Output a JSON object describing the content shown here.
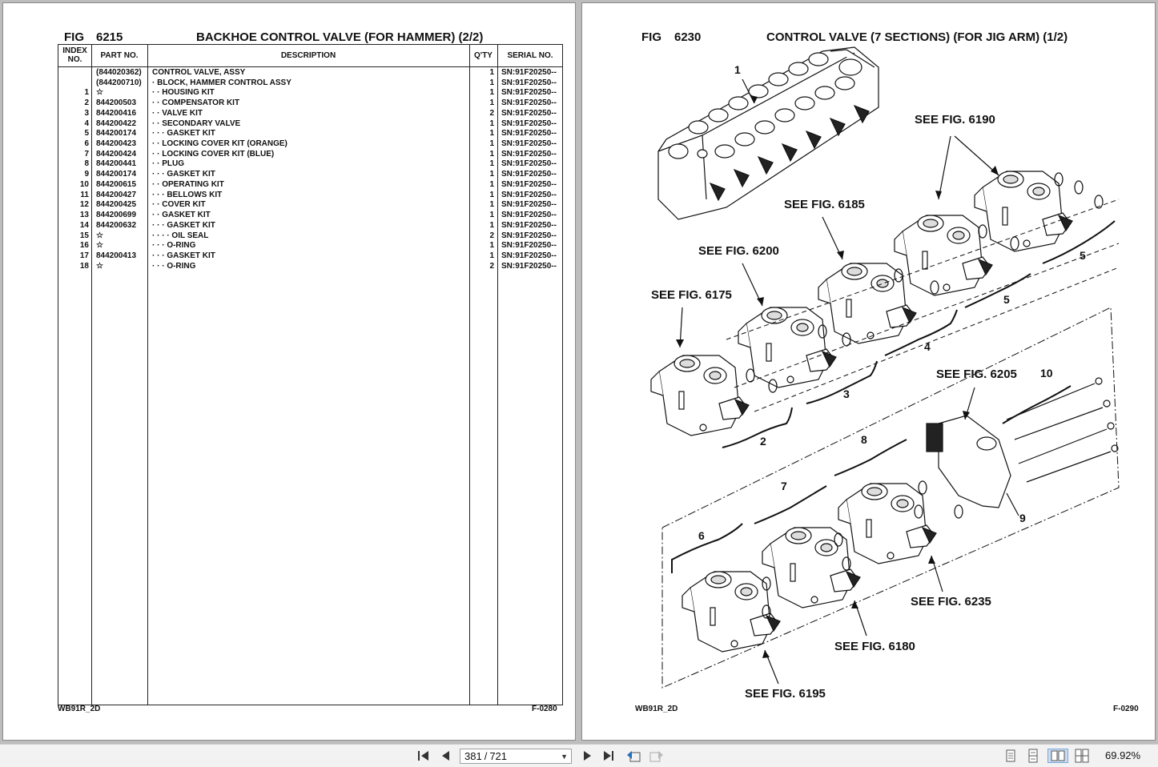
{
  "left_page": {
    "fig_label": "FIG",
    "fig_number": "6215",
    "title": "BACKHOE CONTROL VALVE (FOR HAMMER) (2/2)",
    "columns": {
      "index_line1": "INDEX",
      "index_line2": "NO.",
      "part": "PART NO.",
      "desc": "DESCRIPTION",
      "qty": "Q'TY",
      "serial": "SERIAL NO."
    },
    "rows": [
      {
        "idx": "",
        "part": "(844020362)",
        "desc": "CONTROL VALVE, ASSY",
        "qty": "1",
        "serial": "SN:91F20250--"
      },
      {
        "idx": "",
        "part": "(844200710)",
        "desc": "·  BLOCK, HAMMER CONTROL ASSY",
        "qty": "1",
        "serial": "SN:91F20250--"
      },
      {
        "idx": "1",
        "part": "☆",
        "desc": "·  ·  HOUSING KIT",
        "qty": "1",
        "serial": "SN:91F20250--"
      },
      {
        "idx": "2",
        "part": "844200503",
        "desc": "·  ·  COMPENSATOR KIT",
        "qty": "1",
        "serial": "SN:91F20250--"
      },
      {
        "idx": "3",
        "part": "844200416",
        "desc": "·  ·  VALVE KIT",
        "qty": "2",
        "serial": "SN:91F20250--"
      },
      {
        "idx": "4",
        "part": "844200422",
        "desc": "·  ·  SECONDARY VALVE",
        "qty": "1",
        "serial": "SN:91F20250--"
      },
      {
        "idx": "5",
        "part": "844200174",
        "desc": "·  ·  ·  GASKET KIT",
        "qty": "1",
        "serial": "SN:91F20250--"
      },
      {
        "idx": "6",
        "part": "844200423",
        "desc": "·  ·  LOCKING COVER KIT (ORANGE)",
        "qty": "1",
        "serial": "SN:91F20250--"
      },
      {
        "idx": "7",
        "part": "844200424",
        "desc": "·  ·  LOCKING COVER KIT (BLUE)",
        "qty": "1",
        "serial": "SN:91F20250--"
      },
      {
        "idx": "8",
        "part": "844200441",
        "desc": "·  ·  PLUG",
        "qty": "1",
        "serial": "SN:91F20250--"
      },
      {
        "idx": "9",
        "part": "844200174",
        "desc": "·  ·  ·  GASKET KIT",
        "qty": "1",
        "serial": "SN:91F20250--"
      },
      {
        "idx": "10",
        "part": "844200615",
        "desc": "·  ·  OPERATING KIT",
        "qty": "1",
        "serial": "SN:91F20250--"
      },
      {
        "idx": "11",
        "part": "844200427",
        "desc": "·  ·  ·  BELLOWS KIT",
        "qty": "1",
        "serial": "SN:91F20250--"
      },
      {
        "idx": "12",
        "part": "844200425",
        "desc": "·  ·  COVER KIT",
        "qty": "1",
        "serial": "SN:91F20250--"
      },
      {
        "idx": "13",
        "part": "844200699",
        "desc": "·  ·  GASKET KIT",
        "qty": "1",
        "serial": "SN:91F20250--"
      },
      {
        "idx": "14",
        "part": "844200632",
        "desc": "·  ·  ·  GASKET KIT",
        "qty": "1",
        "serial": "SN:91F20250--"
      },
      {
        "idx": "15",
        "part": "☆",
        "desc": "·  ·  ·  ·  OIL SEAL",
        "qty": "2",
        "serial": "SN:91F20250--"
      },
      {
        "idx": "16",
        "part": "☆",
        "desc": "·  ·  ·  O-RING",
        "qty": "1",
        "serial": "SN:91F20250--"
      },
      {
        "idx": "17",
        "part": "844200413",
        "desc": "·  ·  ·  GASKET KIT",
        "qty": "1",
        "serial": "SN:91F20250--"
      },
      {
        "idx": "18",
        "part": "☆",
        "desc": "·  ·  ·  O-RING",
        "qty": "2",
        "serial": "SN:91F20250--"
      }
    ],
    "footer_left": "WB91R_2D",
    "footer_right": "F-0280"
  },
  "right_page": {
    "fig_label": "FIG",
    "fig_number": "6230",
    "title": "CONTROL VALVE (7 SECTIONS) (FOR JIG ARM) (1/2)",
    "callouts": {
      "see_6190": "SEE FIG. 6190",
      "see_6185": "SEE FIG. 6185",
      "see_6200": "SEE FIG. 6200",
      "see_6175": "SEE FIG. 6175",
      "see_6205": "SEE FIG. 6205",
      "see_6235": "SEE FIG. 6235",
      "see_6180": "SEE FIG. 6180",
      "see_6195": "SEE FIG. 6195"
    },
    "item_numbers": {
      "n1": "1",
      "n2": "2",
      "n3": "3",
      "n4": "4",
      "n5a": "5",
      "n5b": "5",
      "n6": "6",
      "n7": "7",
      "n8": "8",
      "n9": "9",
      "n10": "10"
    },
    "footer_left": "WB91R_2D",
    "footer_right": "F-0290"
  },
  "toolbar": {
    "current_page": "381",
    "separator": "/",
    "total_pages": "721",
    "zoom": "69.92%",
    "icons": [
      "first-page-icon",
      "previous-page-icon",
      "next-page-icon",
      "last-page-icon",
      "go-back-icon",
      "go-forward-icon",
      "single-page-view-icon",
      "continuous-view-icon",
      "two-page-view-icon",
      "two-page-continuous-view-icon"
    ]
  }
}
